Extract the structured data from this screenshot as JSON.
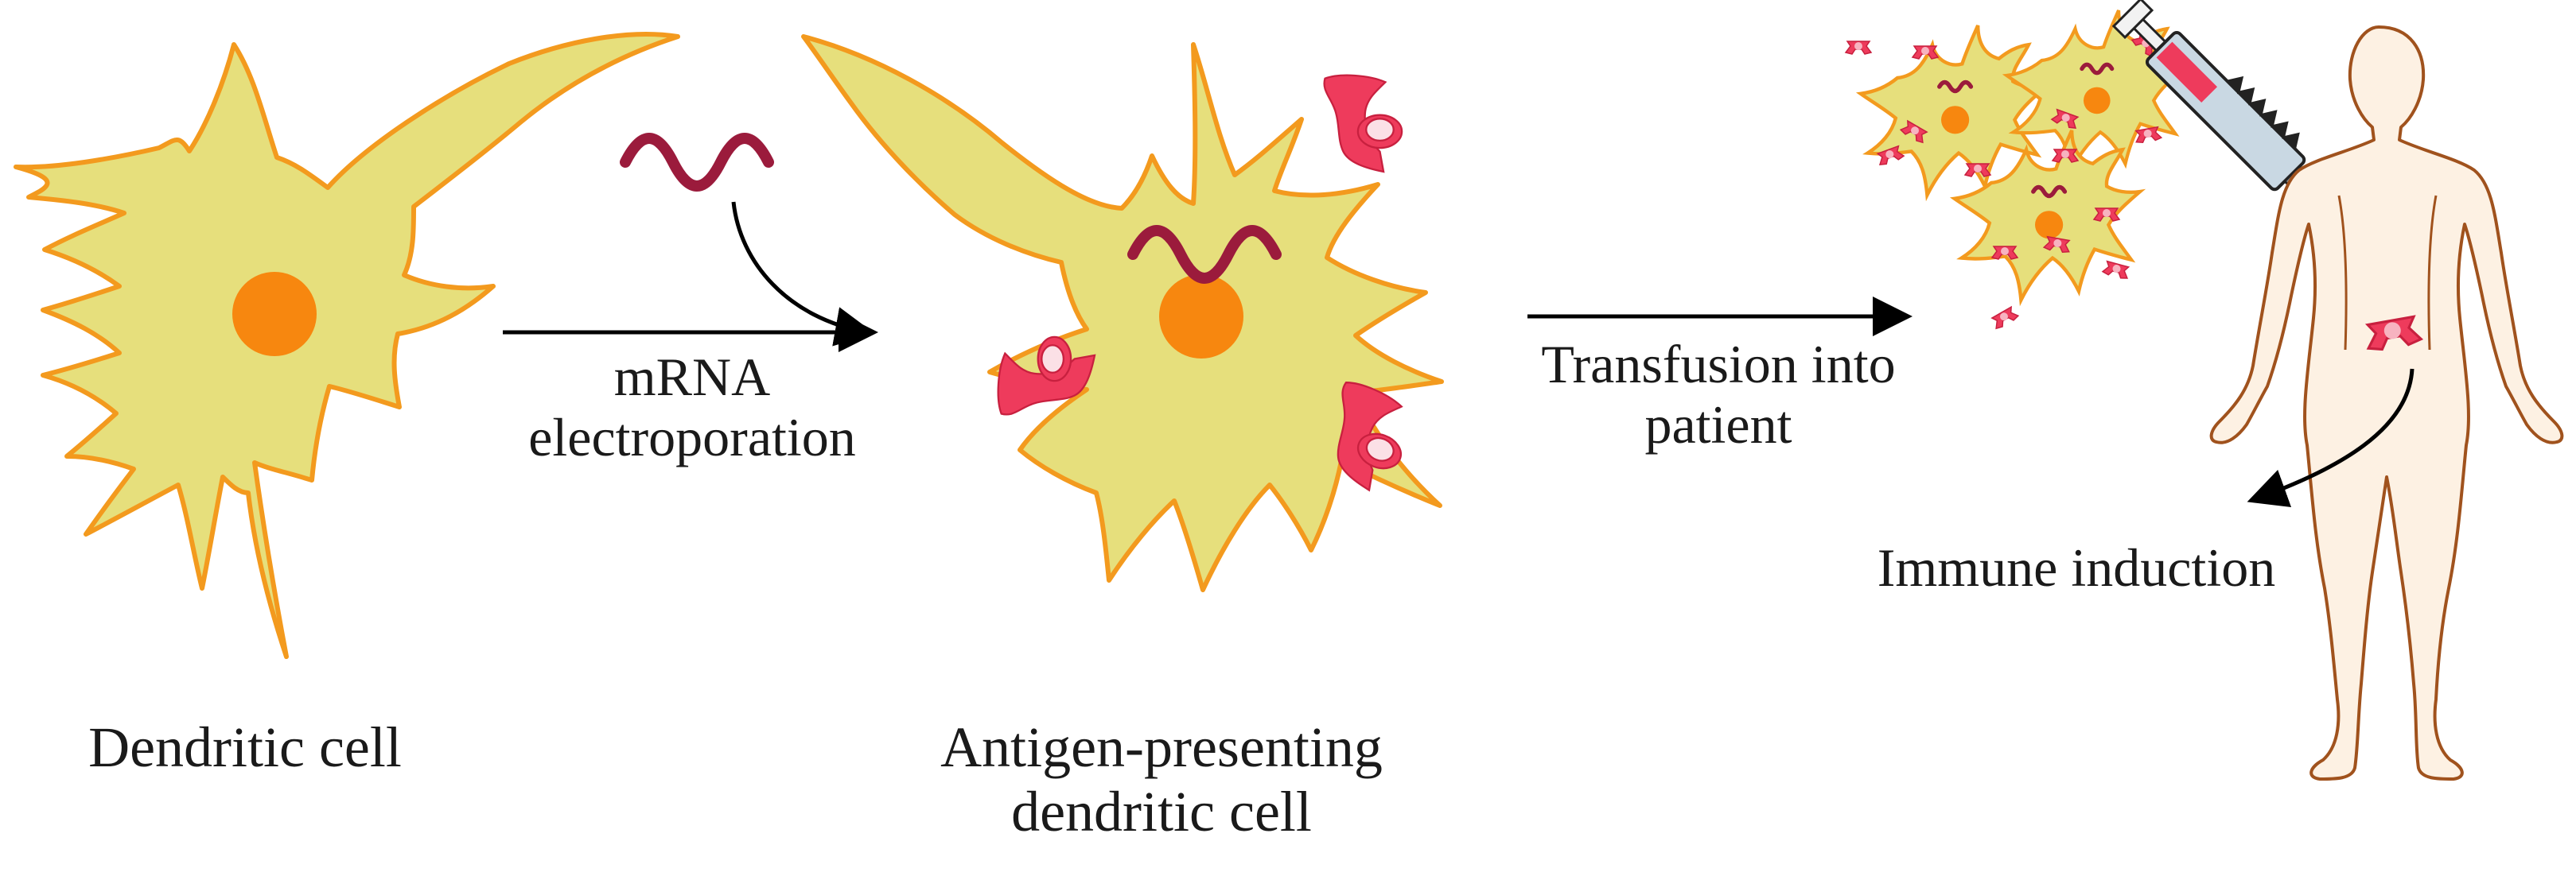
{
  "diagram": {
    "labels": {
      "dendritic_cell": "Dendritic cell",
      "step1_line1": "mRNA",
      "step1_line2": "electroporation",
      "apc_line1": "Antigen-presenting",
      "apc_line2": "dendritic cell",
      "step2_line1": "Transfusion into",
      "step2_line2": "patient",
      "immune_induction": "Immune induction"
    },
    "colors": {
      "cell_fill": "#e6df7c",
      "cell_outline": "#f39a1e",
      "nucleus": "#f7870f",
      "mrna": "#9b1b3c",
      "antigen": "#ee3b5c",
      "antigen_light": "#f7b3c0",
      "body_fill": "#fdf1e3",
      "body_outline": "#a0521d",
      "arrow": "#000000"
    },
    "icons": [
      "dendritic-cell-icon",
      "mrna-icon",
      "antigen-icon",
      "syringe-icon",
      "human-body-icon"
    ]
  }
}
